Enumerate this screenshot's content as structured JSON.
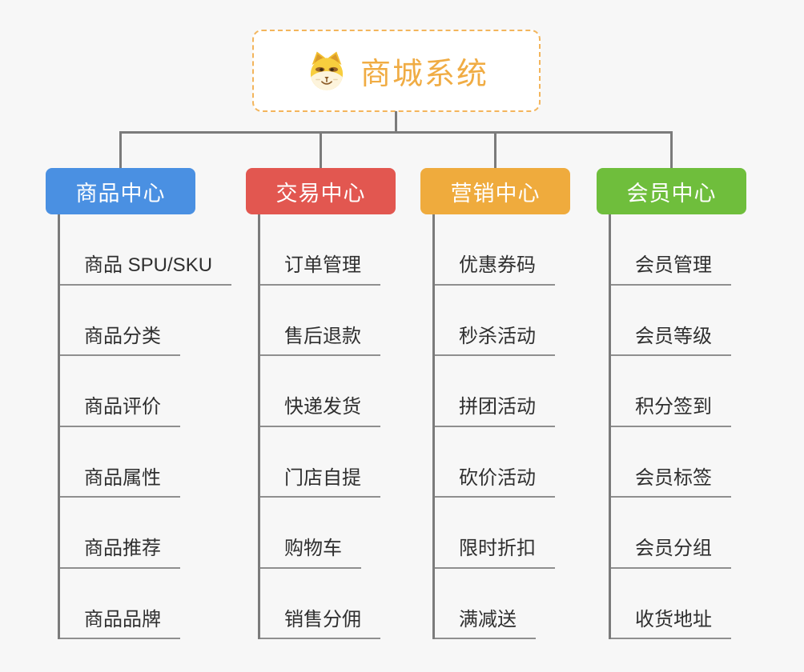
{
  "root": {
    "title": "商城系统",
    "icon": "dog-face-icon",
    "title_color": "#f0ac44",
    "border_color": "#f3b55c"
  },
  "connector_color": "#7b7b7b",
  "underline_color": "#8f8f8f",
  "background_color": "#f7f7f7",
  "branches": [
    {
      "label": "商品中心",
      "color": "#4a90e2",
      "items": [
        "商品 SPU/SKU",
        "商品分类",
        "商品评价",
        "商品属性",
        "商品推荐",
        "商品品牌"
      ]
    },
    {
      "label": "交易中心",
      "color": "#e25750",
      "items": [
        "订单管理",
        "售后退款",
        "快递发货",
        "门店自提",
        "购物车",
        "销售分佣"
      ]
    },
    {
      "label": "营销中心",
      "color": "#efab3d",
      "items": [
        "优惠券码",
        "秒杀活动",
        "拼团活动",
        "砍价活动",
        "限时折扣",
        "满减送"
      ]
    },
    {
      "label": "会员中心",
      "color": "#6fbe3c",
      "items": [
        "会员管理",
        "会员等级",
        "积分签到",
        "会员标签",
        "会员分组",
        "收货地址"
      ]
    }
  ]
}
